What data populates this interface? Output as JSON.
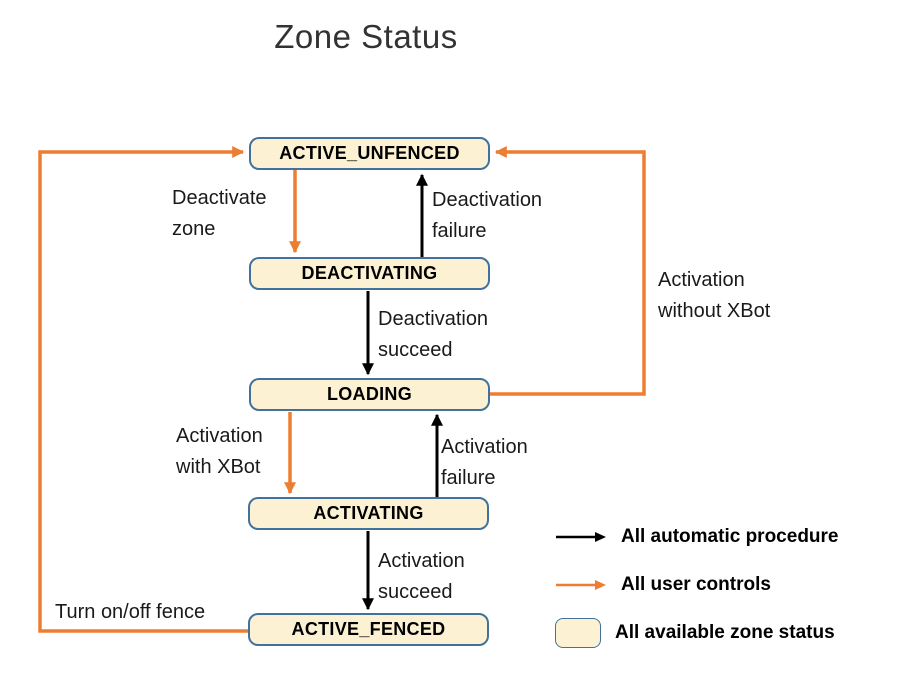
{
  "title": "Zone Status",
  "colors": {
    "state_fill": "#FCF2D3",
    "state_border": "#41719C",
    "user_control_arrow": "#ED7D31",
    "automatic_arrow": "#000000"
  },
  "states": [
    {
      "label": "ACTIVE_UNFENCED"
    },
    {
      "label": "DEACTIVATING"
    },
    {
      "label": "LOADING"
    },
    {
      "label": "ACTIVATING"
    },
    {
      "label": "ACTIVE_FENCED"
    }
  ],
  "transitions": {
    "deactivate_zone": "Deactivate\nzone",
    "deactivation_failure": "Deactivation\nfailure",
    "deactivation_succeed": "Deactivation\nsucceed",
    "activation_without_xbot": "Activation\nwithout XBot",
    "activation_with_xbot": "Activation\nwith XBot",
    "activation_failure": "Activation\nfailure",
    "activation_succeed": "Activation\nsucceed",
    "turn_on_off_fence": "Turn on/off fence"
  },
  "legend": {
    "items": [
      {
        "type": "arrow",
        "color": "#000000",
        "label": "All automatic procedure"
      },
      {
        "type": "arrow",
        "color": "#ED7D31",
        "label": "All user controls"
      },
      {
        "type": "box",
        "color": "#FCF2D3",
        "label": "All available zone status"
      }
    ]
  }
}
